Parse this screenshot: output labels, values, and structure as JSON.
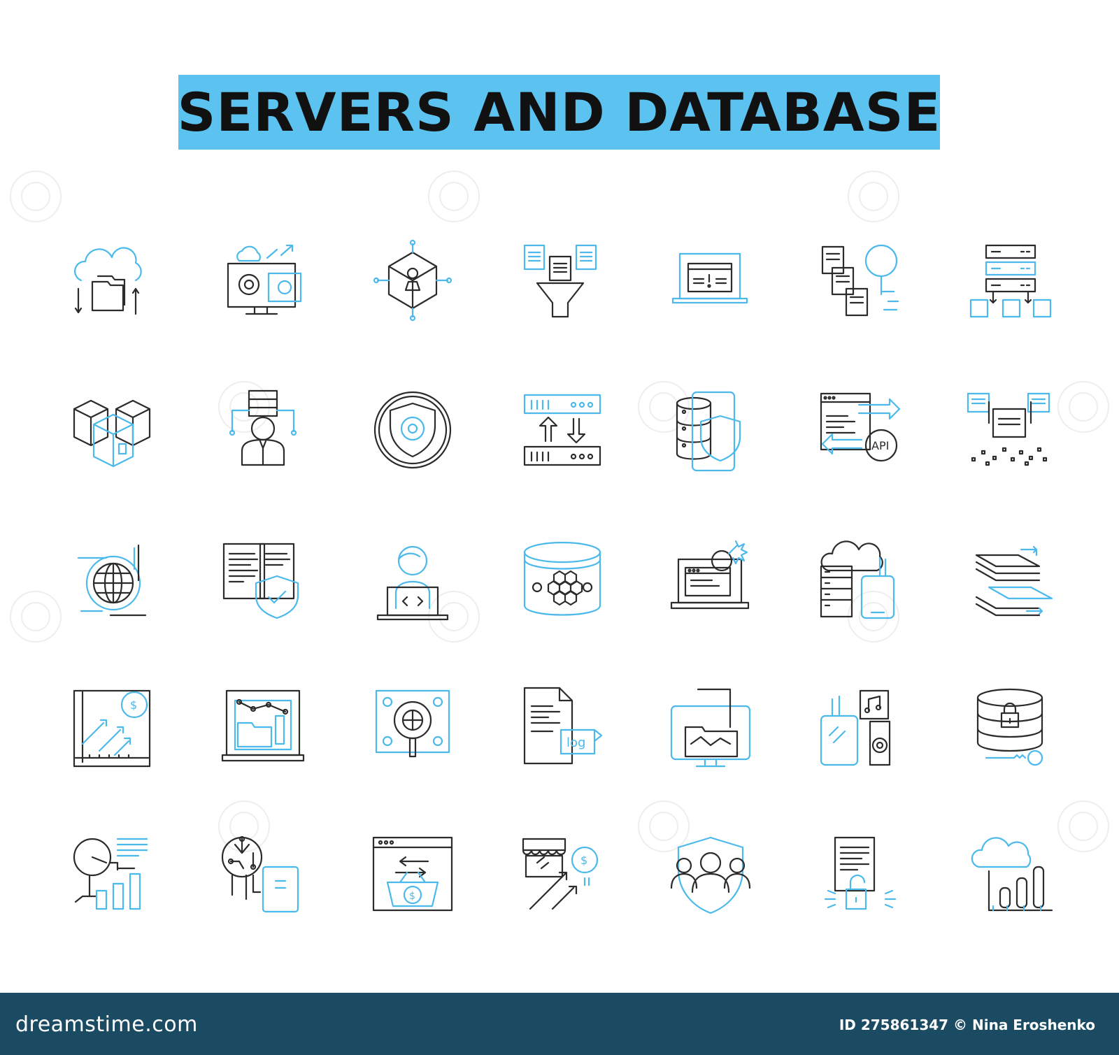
{
  "title": "SERVERS AND DATABASE",
  "footer": {
    "site": "dreamstime.com",
    "credit": "ID 275861347 © Nina Eroshenko"
  },
  "colors": {
    "accent": "#5cc3f0",
    "footer_bg": "#1a4b63",
    "ink": "#2b2b2b",
    "line_blue": "#4cb9ec"
  },
  "icons": [
    [
      "cloud-folder-transfer-icon",
      "monitor-cloud-settings-icon",
      "cube-network-node-icon",
      "data-filter-funnel-icon",
      "laptop-alert-window-icon",
      "documents-search-icon",
      "server-hierarchy-icon"
    ],
    [
      "data-center-racks-icon",
      "server-admin-person-icon",
      "shield-gear-icon",
      "server-sync-icon",
      "database-shield-icon",
      "api-window-exchange-icon",
      "document-data-scatter-icon"
    ],
    [
      "globe-network-icon",
      "document-shield-check-icon",
      "developer-laptop-icon",
      "database-hexagon-icon",
      "laptop-bomb-icon",
      "cloud-server-mobile-icon",
      "layers-stack-icon"
    ],
    [
      "financial-growth-chart-icon",
      "laptop-folder-chart-icon",
      "magnifier-target-icon",
      "log-file-icon",
      "monitor-folder-graph-icon",
      "mobile-media-devices-icon",
      "database-lock-key-icon"
    ],
    [
      "magnifier-analytics-icon",
      "brain-circuit-device-icon",
      "web-basket-payment-icon",
      "market-growth-icon",
      "shield-team-icon",
      "document-unlock-icon",
      "cloud-bar-chart-icon"
    ]
  ]
}
